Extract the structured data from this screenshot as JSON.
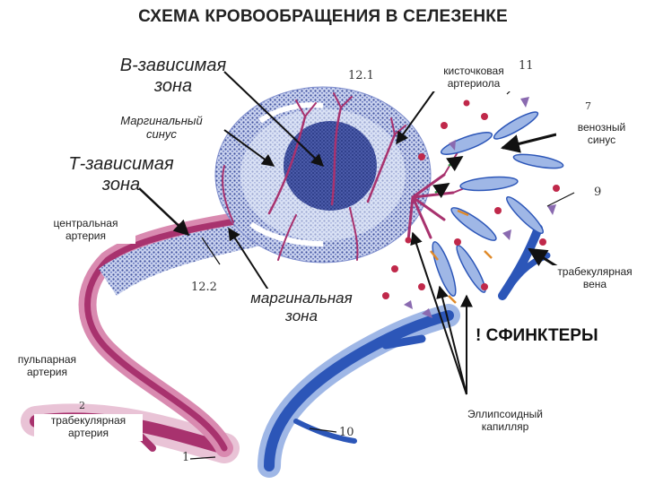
{
  "title": "СХЕМА КРОВООБРАЩЕНИЯ В СЕЛЕЗЕНКЕ",
  "labels": {
    "b_zone": "В-зависимая\nзона",
    "marginal_sinus": "Маргинальный\nсинус",
    "t_zone": "Т-зависимая\nзона",
    "central_artery": "центральная\nартерия",
    "pulp_artery": "пульпарная\nартерия",
    "trabecular_artery": "трабекулярная\nартерия",
    "marginal_zone": "маргинальная\nзона",
    "penicillar_arteriole": "кисточковая\nартериола",
    "venous_sinus": "венозный\nсинус",
    "trabecular_vein": "трабекулярная\nвена",
    "sphincters": "! СФИНКТЕРЫ",
    "ellipsoid_capillary": "Эллипсоидный\nкапилляр"
  },
  "numbers": {
    "n1": "1",
    "n9": "9",
    "n10": "10",
    "n11": "11",
    "n12_1": "12.1",
    "n12_2": "12.2",
    "n7": "7",
    "n2": "2"
  },
  "colors": {
    "artery": "#a8326e",
    "artery_light": "#d98ab0",
    "vein": "#2c56b8",
    "vein_light": "#9fb7e6",
    "lymph": "#3d4e9c",
    "lymph_light": "#c9d2ee",
    "sinus": "#e8eefc",
    "cell_red": "#c0284a",
    "cell_purple": "#8a6ab0",
    "arrow": "#111111",
    "flow_green": "#3a9a4a",
    "flow_orange": "#e08a2a"
  }
}
